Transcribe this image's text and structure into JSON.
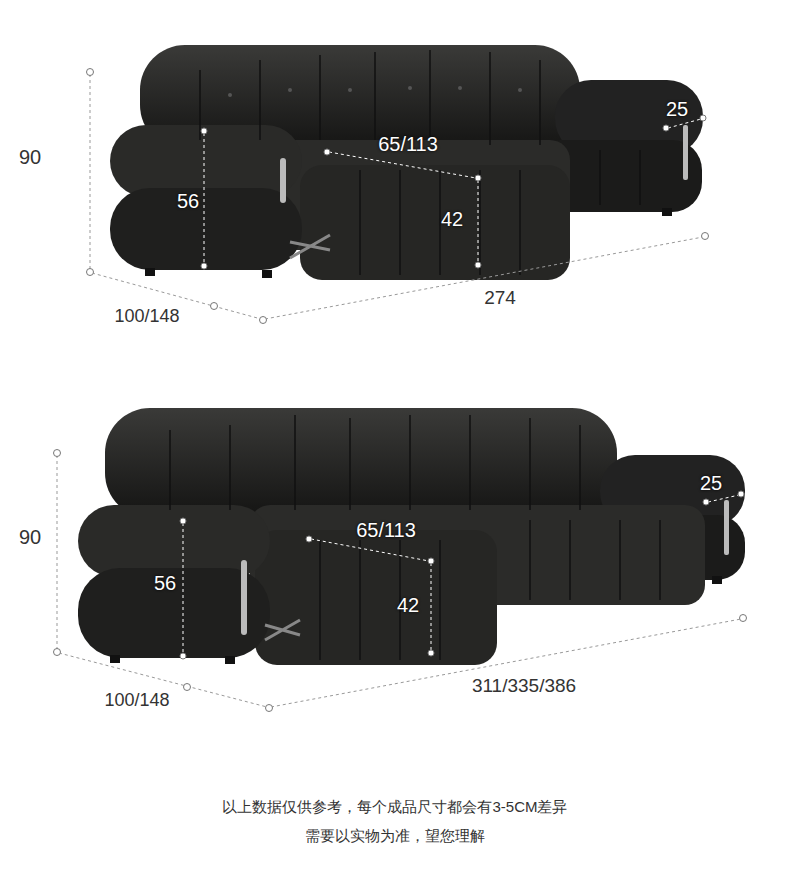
{
  "diagram": {
    "labels": [
      "90",
      "56",
      "65/113",
      "42",
      "25",
      "100/148",
      "274",
      "90",
      "56",
      "65/113",
      "42",
      "25",
      "100/148",
      "311/335/386",
      "以上数据仅供参考，每个成品尺寸都会有3-5CM差异",
      "需要以实物为准，望您理解"
    ]
  }
}
